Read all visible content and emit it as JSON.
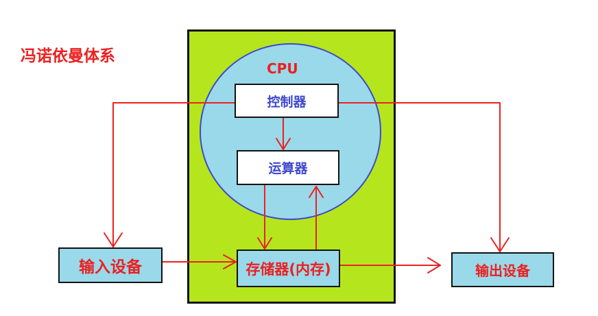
{
  "title": "冯诺依曼体系",
  "cpu": {
    "label": "CPU",
    "controller": "控制器",
    "alu": "运算器"
  },
  "memory": "存储器(内存)",
  "input_device": "输入设备",
  "output_device": "输出设备",
  "colors": {
    "board": "#b5e61d",
    "cpu_fill": "#99d9ea",
    "cpu_border": "#3f48cc",
    "arrows": "#ec2020",
    "title": "#ec2020",
    "inner_text": "#3f48cc"
  }
}
